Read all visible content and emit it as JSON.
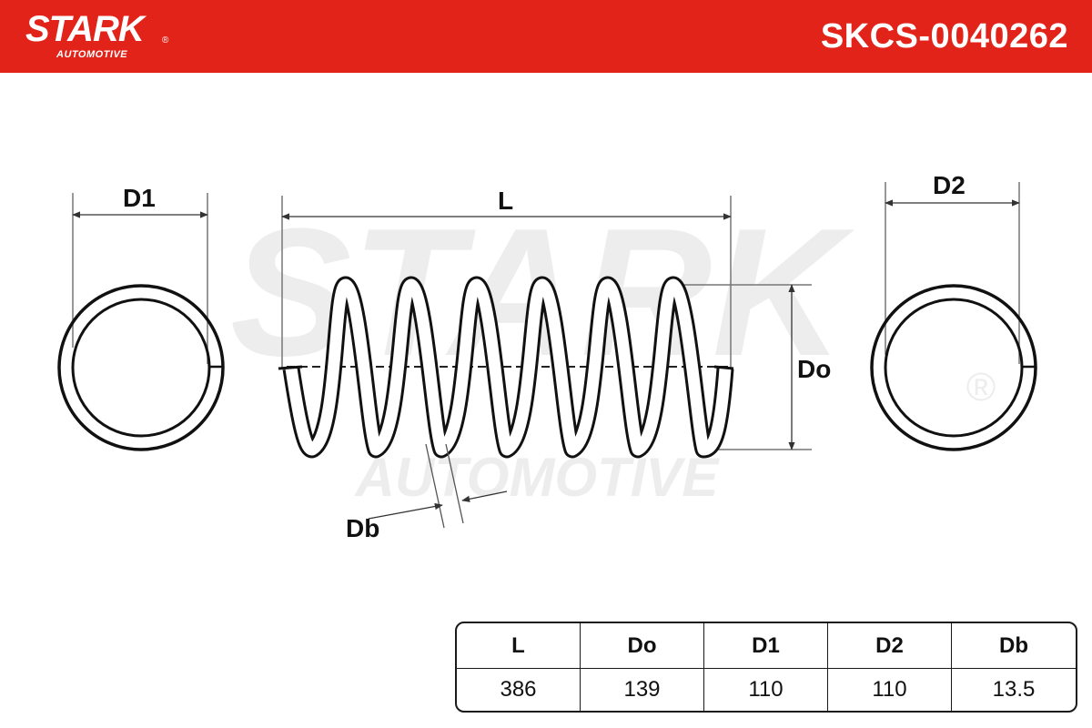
{
  "header": {
    "brand": "STARK",
    "brand_sub": "AUTOMOTIVE",
    "registered_mark": "®",
    "part_number": "SKCS-0040262"
  },
  "colors": {
    "brand_red": "#e2231a",
    "line": "#111111",
    "watermark": "#ededed"
  },
  "watermark": {
    "line1": "STARK",
    "line2": "AUTOMOTIVE",
    "registered_mark": "®"
  },
  "diagram": {
    "labels": {
      "d1": "D1",
      "l": "L",
      "d2": "D2",
      "do": "Do",
      "db": "Db"
    }
  },
  "table": {
    "headers": [
      "L",
      "Do",
      "D1",
      "D2",
      "Db"
    ],
    "values": [
      "386",
      "139",
      "110",
      "110",
      "13.5"
    ]
  }
}
